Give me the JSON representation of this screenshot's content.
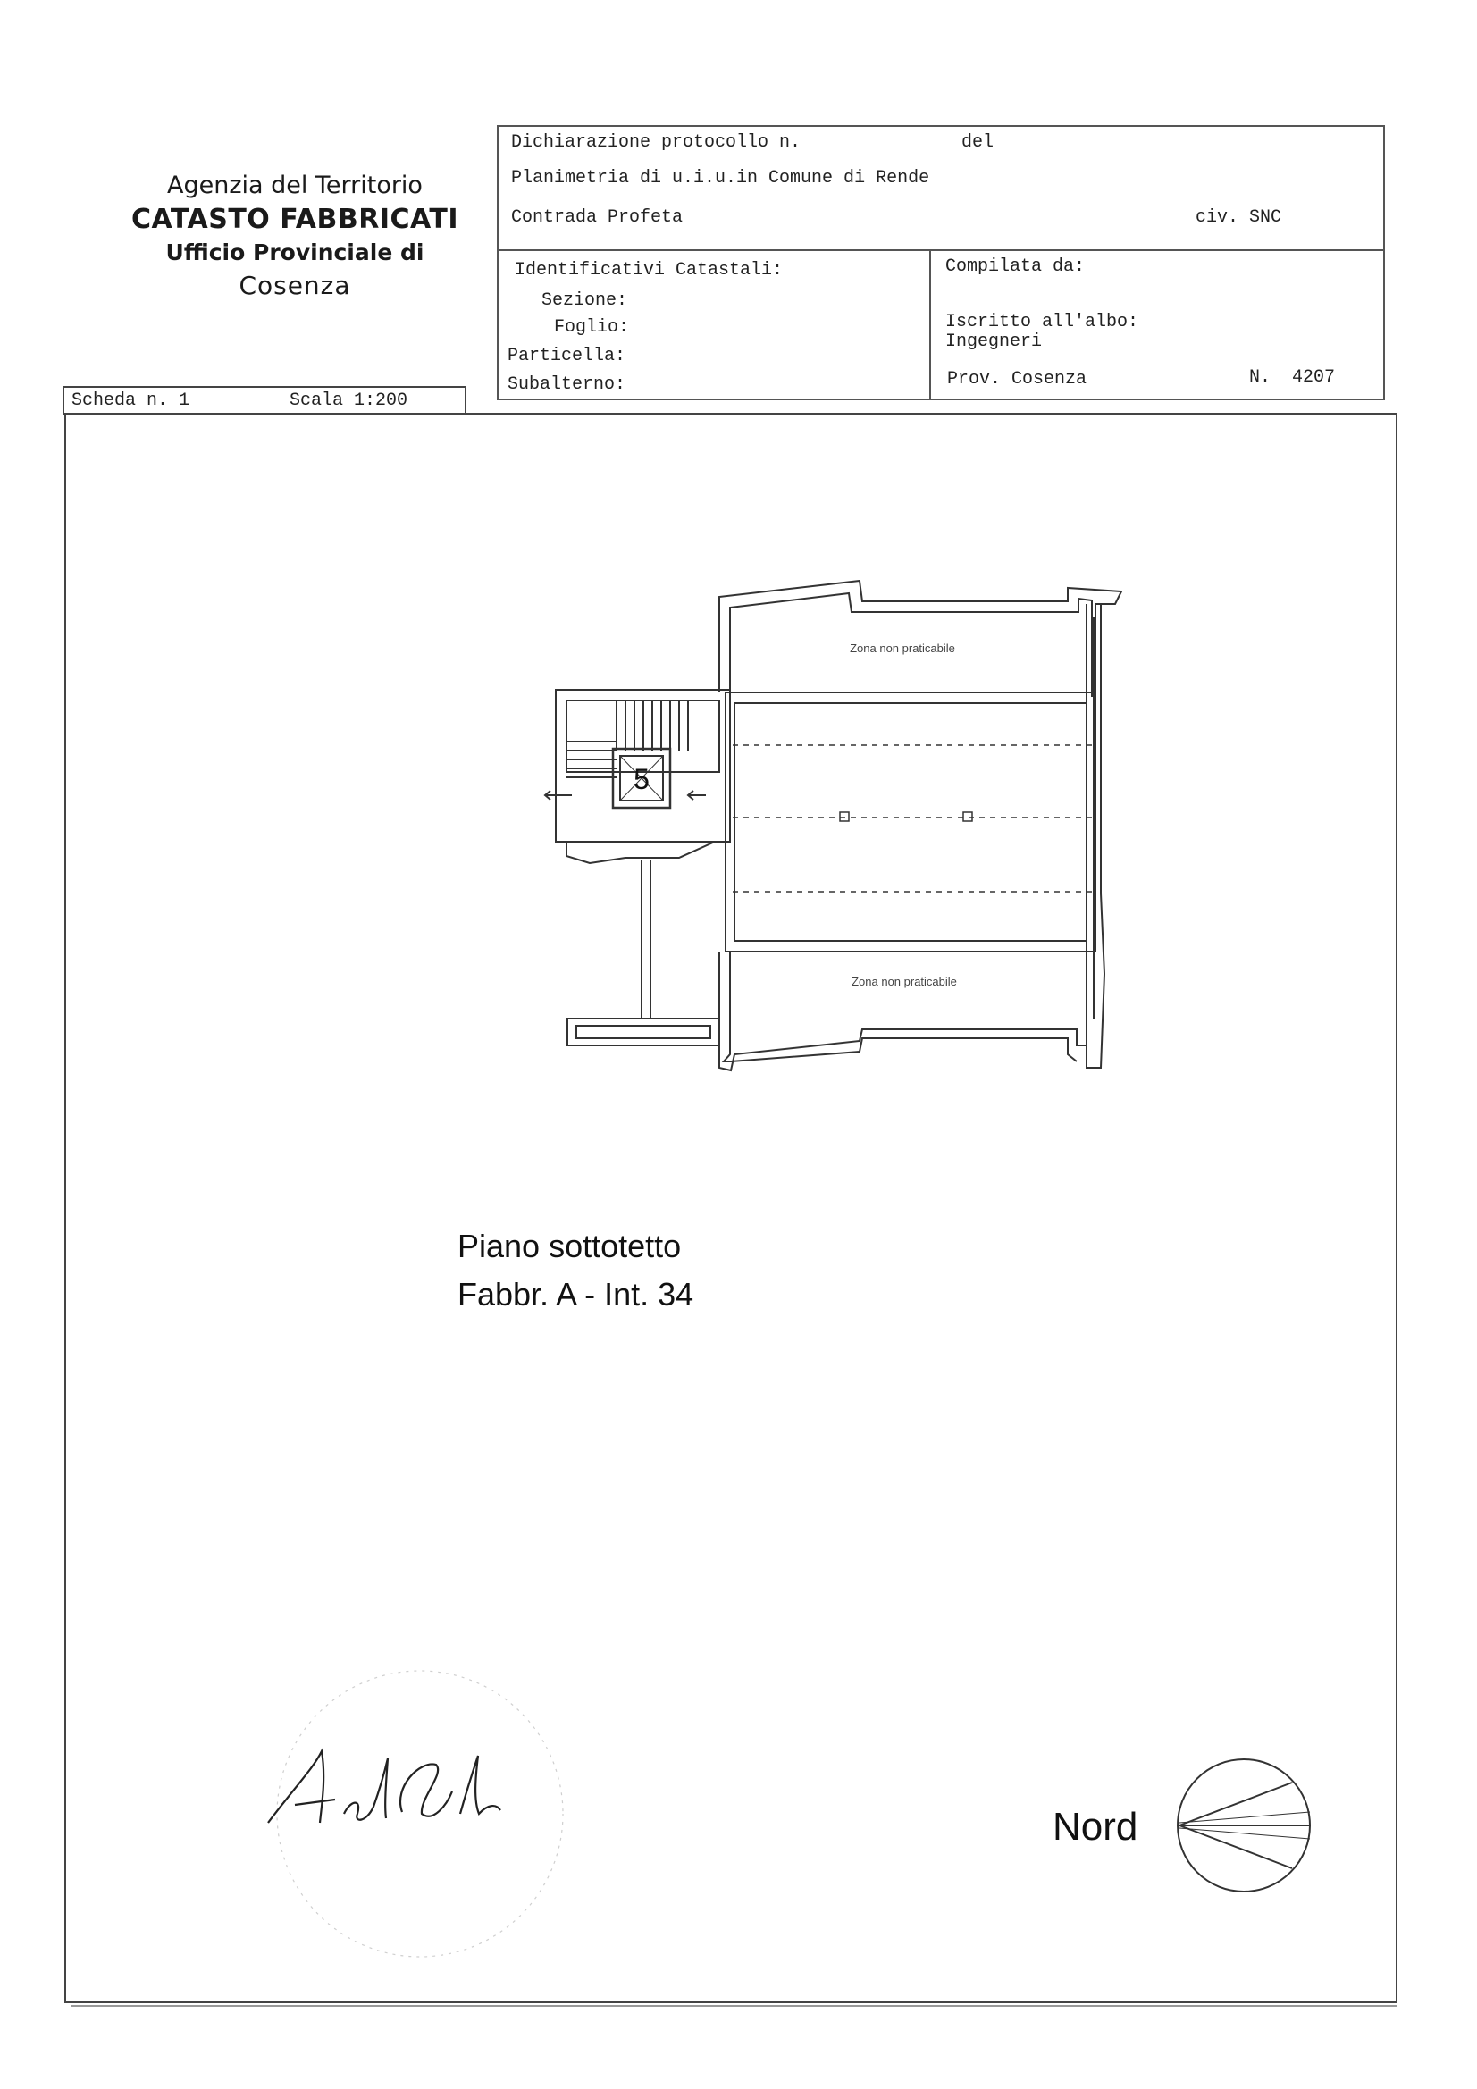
{
  "agency": {
    "line1": "Agenzia del Territorio",
    "line2": "CATASTO FABBRICATI",
    "line3": "Ufficio Provinciale di",
    "line4": "Cosenza"
  },
  "header": {
    "protocol_label": "Dichiarazione protocollo n.",
    "del_label": "del",
    "planimetry": "Planimetria di u.i.u.in Comune di Rende",
    "address": "Contrada Profeta",
    "civic": "civ. SNC",
    "identifiers_title": "Identificativi Catastali:",
    "sezione": "Sezione:",
    "foglio": "Foglio:",
    "particella": "Particella:",
    "subalterno": "Subalterno:",
    "compiled_by": "Compilata da:",
    "registered_label": "Iscritto all'albo:",
    "registered_value": "Ingegneri",
    "province": "Prov. Cosenza",
    "number": "N.  4207"
  },
  "sheet": {
    "scheda": "Scheda n. 1",
    "scala": "Scala 1:200"
  },
  "plan": {
    "zone_top": "Zona non praticabile",
    "zone_bottom": "Zona non praticabile",
    "stair_number": "5",
    "caption_line1": "Piano sottotetto",
    "caption_line2": "Fabbr. A - Int. 34"
  },
  "compass": {
    "label": "Nord"
  }
}
